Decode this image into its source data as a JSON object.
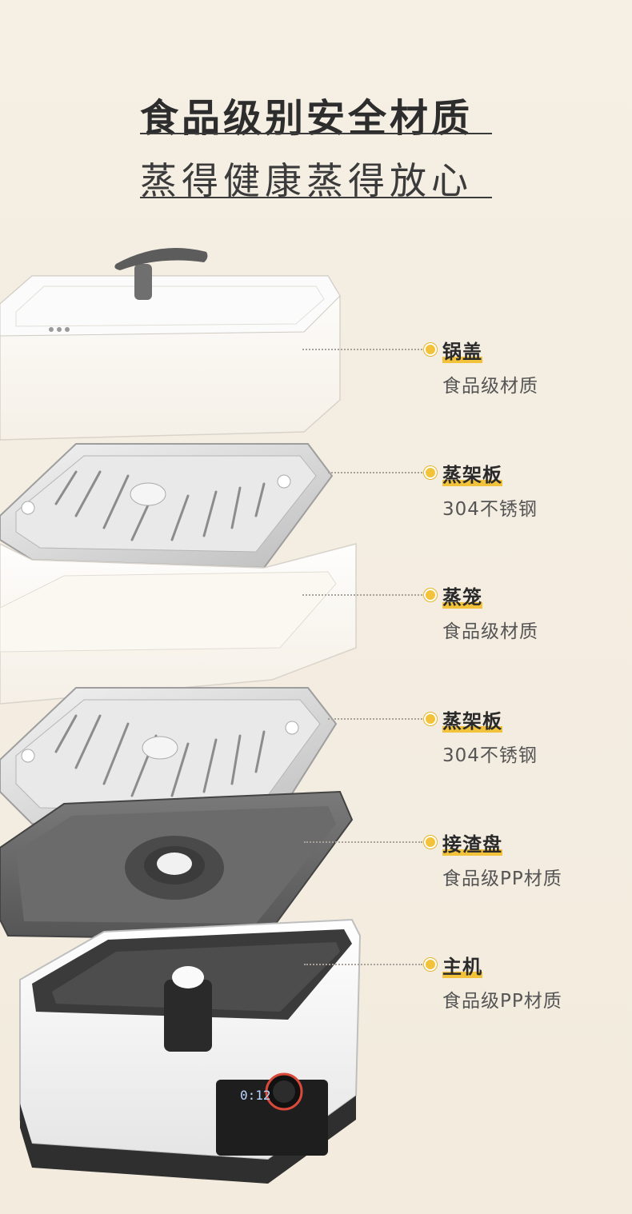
{
  "headline": {
    "title": "食品级别安全材质",
    "subtitle": "蒸得健康蒸得放心"
  },
  "layers": [
    {
      "name": "锅盖",
      "desc": "食品级材质"
    },
    {
      "name": "蒸架板",
      "desc": "304不锈钢"
    },
    {
      "name": "蒸笼",
      "desc": "食品级材质"
    },
    {
      "name": "蒸架板",
      "desc": "304不锈钢"
    },
    {
      "name": "接渣盘",
      "desc": "食品级PP材质"
    },
    {
      "name": "主机",
      "desc": "食品级PP材质"
    }
  ],
  "display": {
    "time": "0:12"
  },
  "colors": {
    "accent": "#f2c23a",
    "background": "#f5efe4",
    "text": "#2a2a2a"
  }
}
